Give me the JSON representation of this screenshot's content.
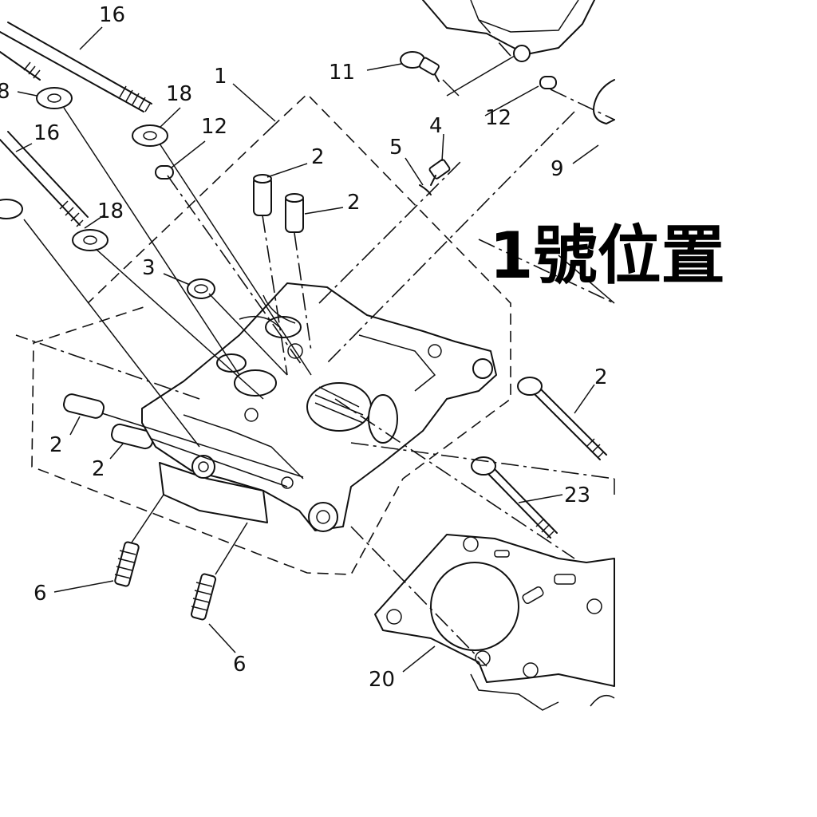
{
  "annotation": "1號位置",
  "callouts": {
    "c16a": "16",
    "c1": "1",
    "c11": "11",
    "c8": "8",
    "c18a": "18",
    "c12a": "12",
    "c12b": "12",
    "c4": "4",
    "c16b": "16",
    "c2a": "2",
    "c5": "5",
    "c9": "9",
    "c2b": "2",
    "c18b": "18",
    "c3": "3",
    "c2c": "2",
    "c2d": "2",
    "c2e": "2",
    "c23": "23",
    "c6a": "6",
    "c6b": "6",
    "c20": "20"
  },
  "colors": {
    "ink": "#111111",
    "background": "#ffffff"
  }
}
